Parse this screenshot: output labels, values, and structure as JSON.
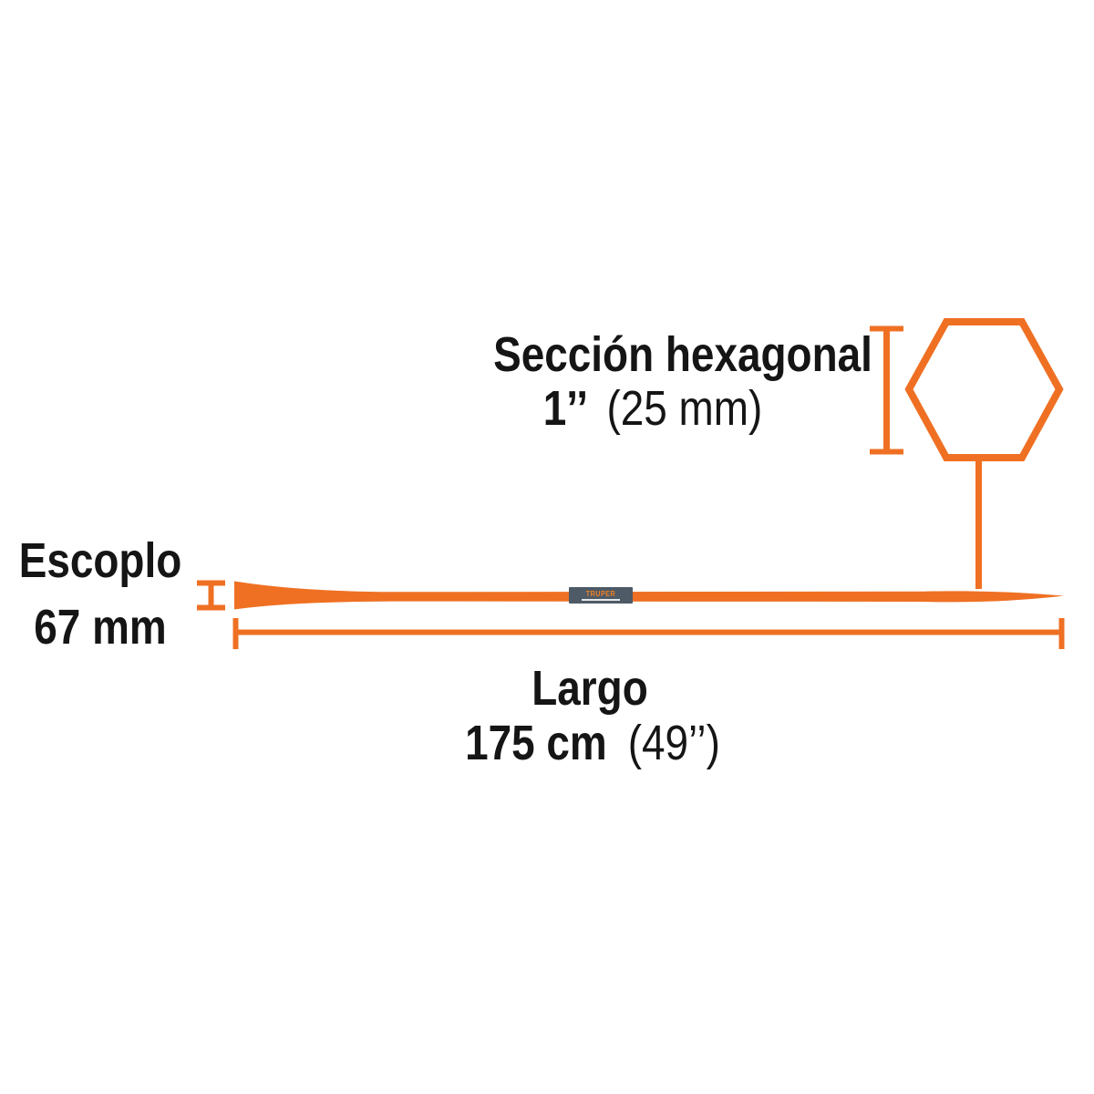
{
  "colors": {
    "accent_orange": "#EF7023",
    "text_black": "#151515",
    "label_background": "#4E5A66",
    "brand_orange": "#F58220",
    "background": "#FFFFFF"
  },
  "annotations": {
    "hex_section": {
      "line1": "Sección hexagonal",
      "value_bold": "1’’",
      "value_regular": "(25 mm)"
    },
    "escoplo": {
      "line1": "Escoplo",
      "line2": "67 mm"
    },
    "largo": {
      "line1": "Largo",
      "value_bold": "175 cm",
      "value_regular": "(49’’)"
    },
    "bar_brand": "TRUPER"
  }
}
